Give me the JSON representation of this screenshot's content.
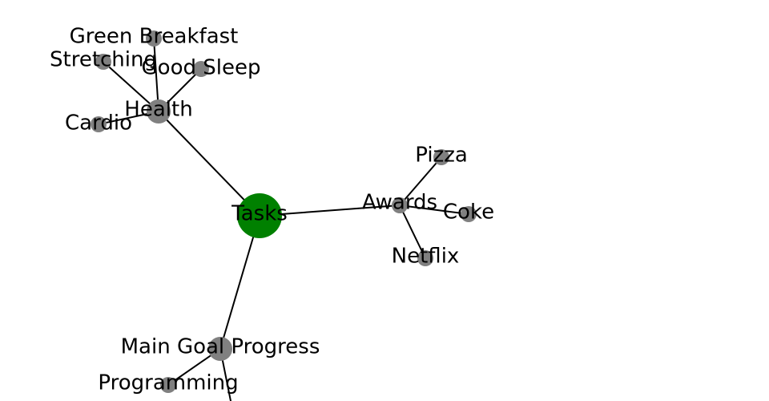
{
  "graph": {
    "colors": {
      "root": "#008000",
      "node": "#808080",
      "edge": "#000000"
    },
    "nodes": {
      "tasks": {
        "label": "Tasks",
        "role": "root"
      },
      "health": {
        "label": "Health"
      },
      "green_breakfast": {
        "label": "Green Breakfast"
      },
      "stretching": {
        "label": "Stretching"
      },
      "good_sleep": {
        "label": "Good Sleep"
      },
      "cardio": {
        "label": "Cardio"
      },
      "awards": {
        "label": "Awards"
      },
      "pizza": {
        "label": "Pizza"
      },
      "coke": {
        "label": "Coke"
      },
      "netflix": {
        "label": "Netflix"
      },
      "main_goal_progress": {
        "label": "Main Goal Progress"
      },
      "programming": {
        "label": "Programming"
      }
    },
    "edges": [
      [
        "tasks",
        "health"
      ],
      [
        "health",
        "green_breakfast"
      ],
      [
        "health",
        "stretching"
      ],
      [
        "health",
        "good_sleep"
      ],
      [
        "health",
        "cardio"
      ],
      [
        "tasks",
        "awards"
      ],
      [
        "awards",
        "pizza"
      ],
      [
        "awards",
        "coke"
      ],
      [
        "awards",
        "netflix"
      ],
      [
        "tasks",
        "main_goal_progress"
      ],
      [
        "main_goal_progress",
        "programming"
      ]
    ]
  }
}
